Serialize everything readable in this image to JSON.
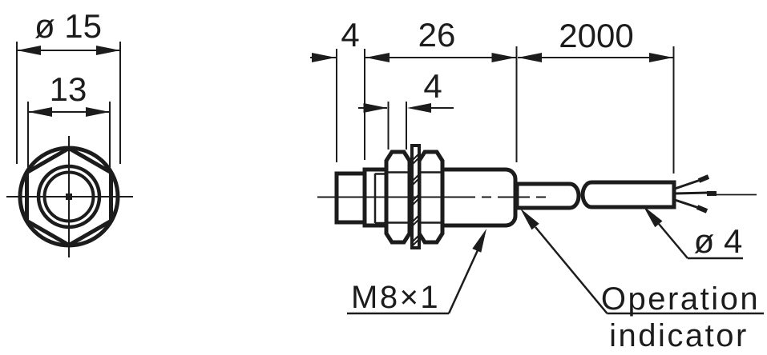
{
  "page": {
    "background": "#ffffff",
    "ink": "#1c1c1c"
  },
  "front_view": {
    "diameter_label": "ø 15",
    "across_flats_label": "13"
  },
  "side_view": {
    "tip_length_label": "4",
    "housing_length_label": "26",
    "cable_length_label": "2000",
    "nut_width_label": "4",
    "thread_label": "M8×1",
    "cable_diameter_label": "ø 4",
    "operation_indicator": {
      "line1": "Operation",
      "line2": "indicator"
    }
  }
}
